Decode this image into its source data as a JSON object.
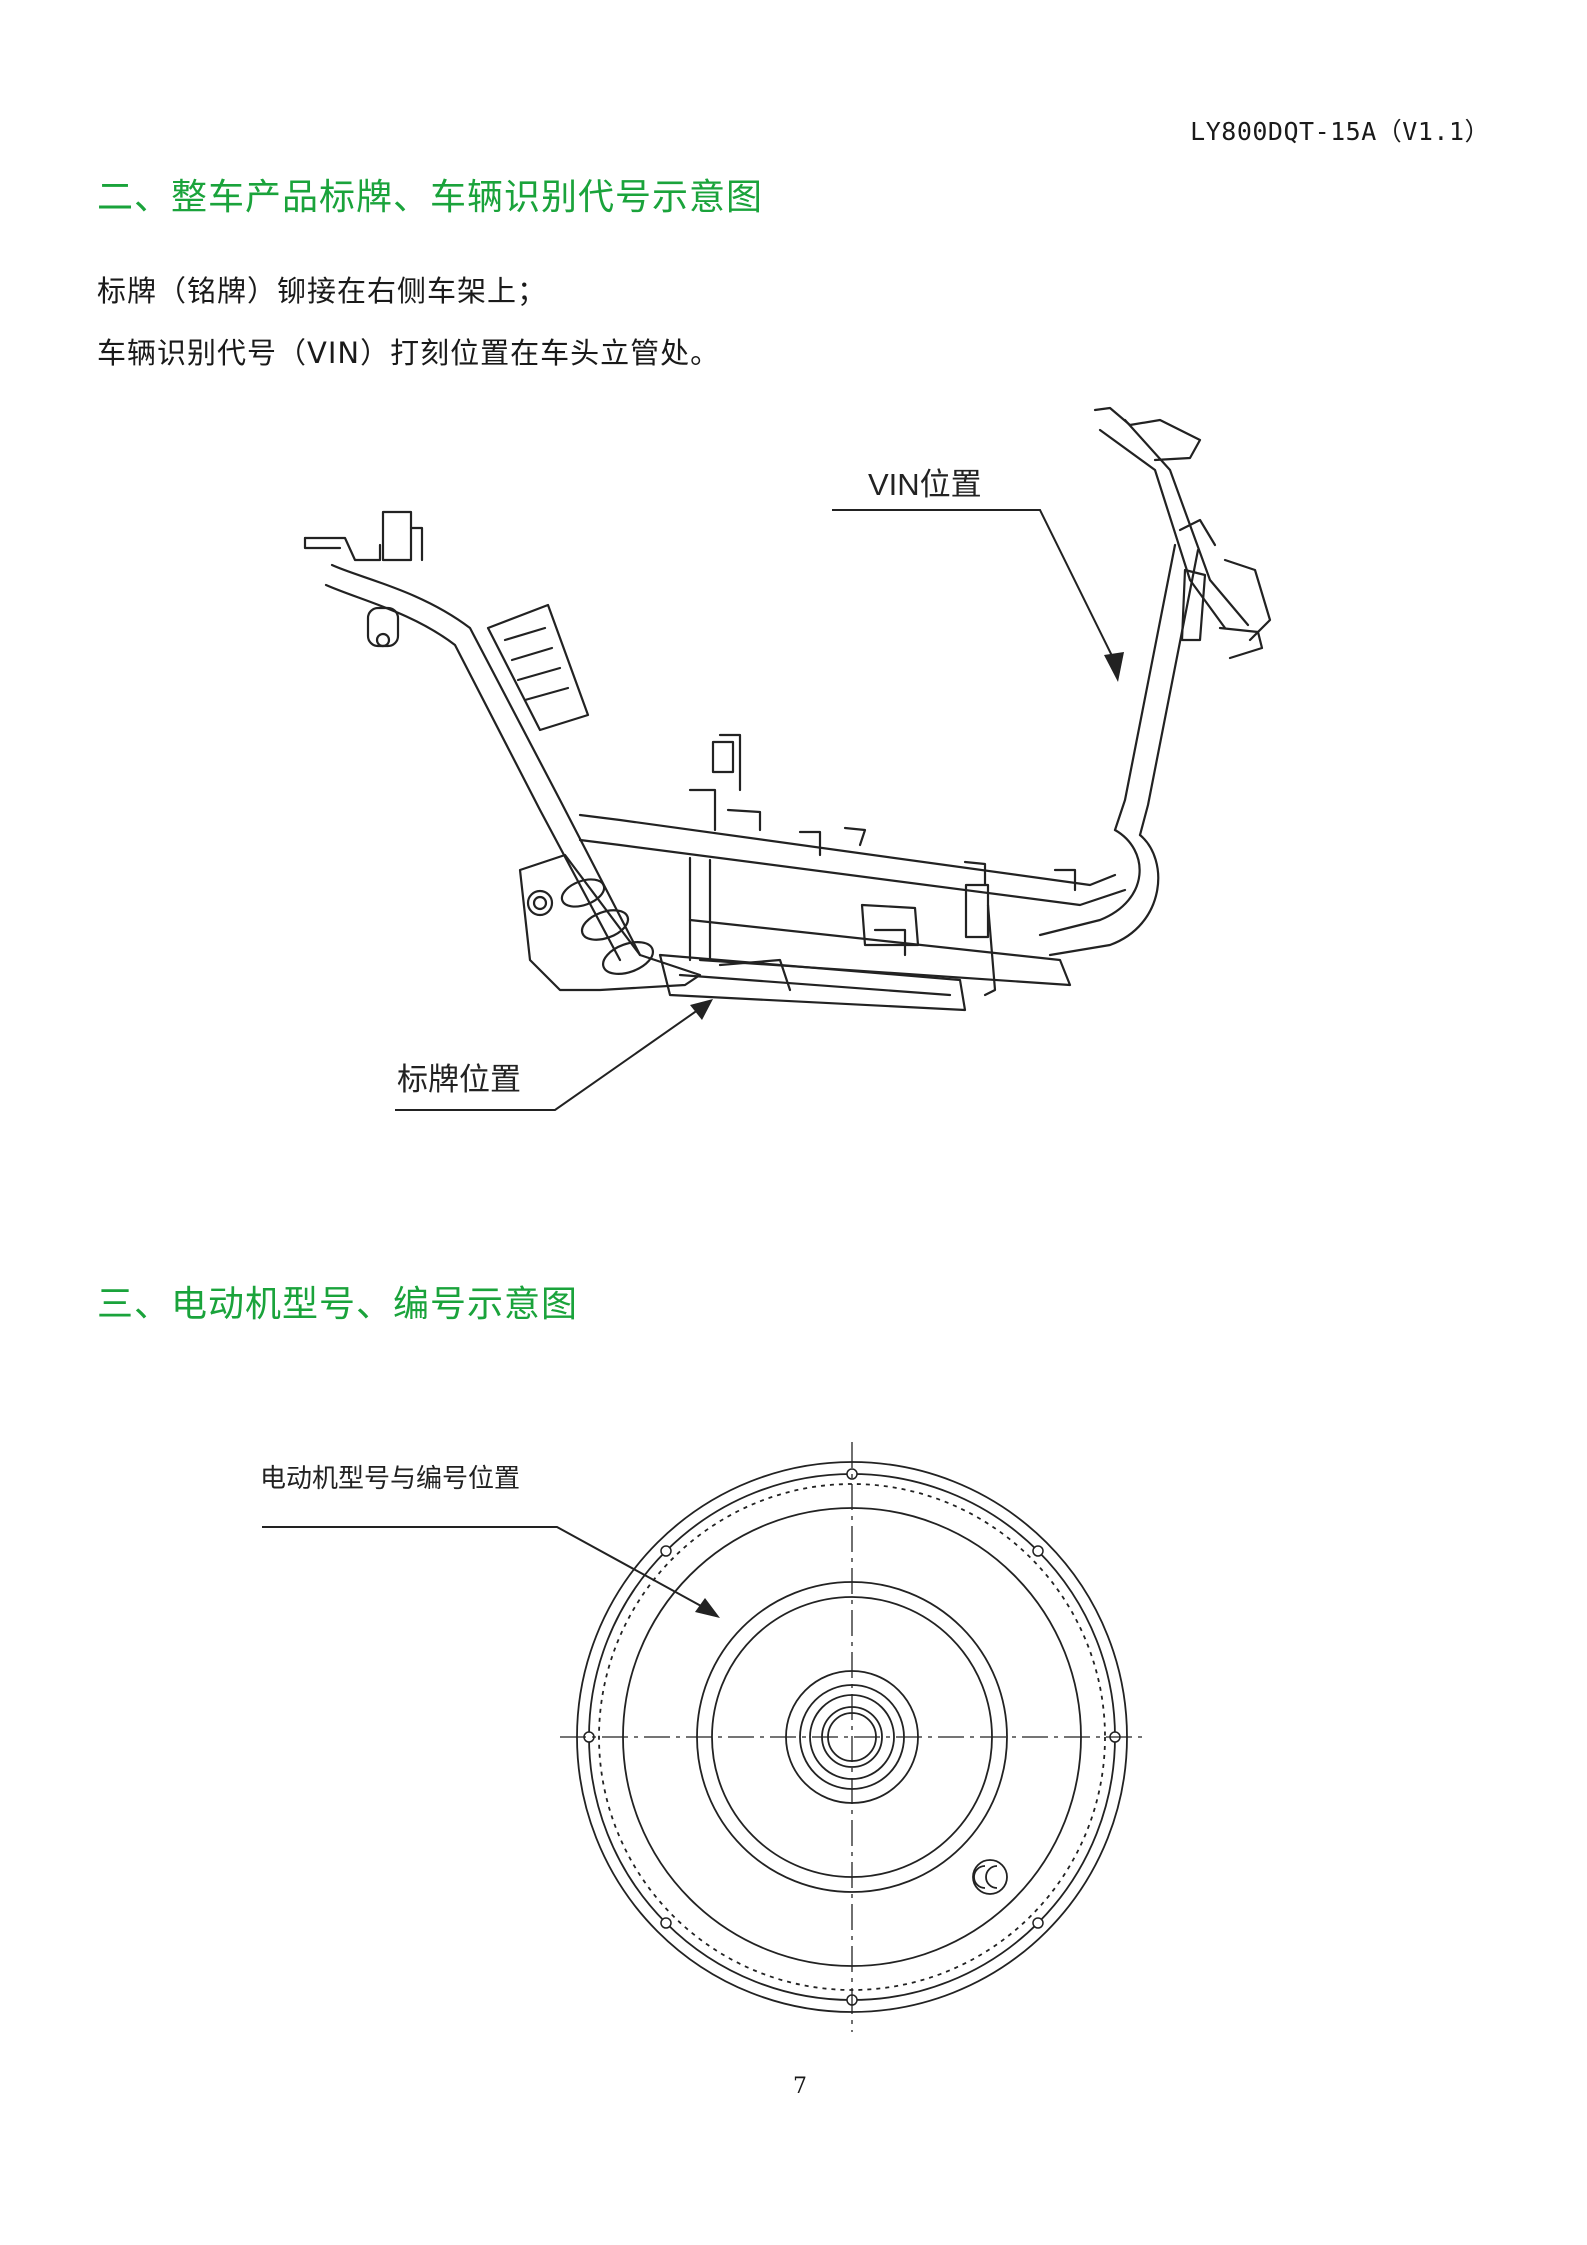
{
  "header": {
    "doc_id": "LY800DQT-15A（V1.1）"
  },
  "section2": {
    "title": "二、整车产品标牌、车辆识别代号示意图",
    "lines": [
      "标牌（铭牌）铆接在右侧车架上；",
      "车辆识别代号（VIN）打刻位置在车头立管处。"
    ],
    "diagram": {
      "vin_label": "VIN位置",
      "plate_label": "标牌位置"
    }
  },
  "section3": {
    "title": "三、电动机型号、编号示意图",
    "diagram": {
      "motor_label": "电动机型号与编号位置"
    }
  },
  "footer": {
    "page_number": "7"
  }
}
